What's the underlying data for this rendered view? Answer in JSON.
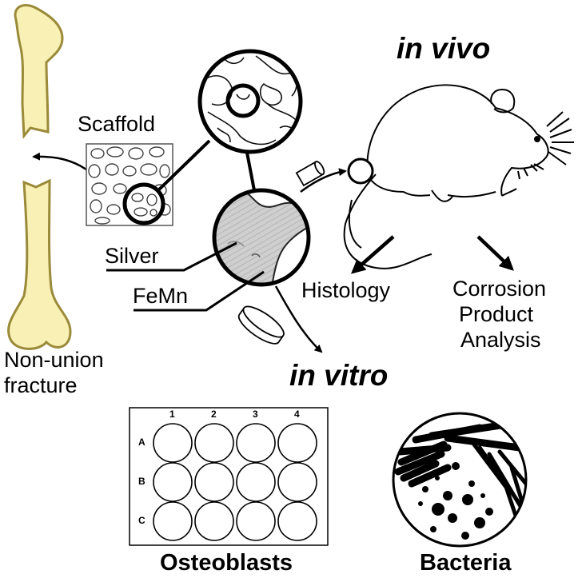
{
  "labels": {
    "in_vivo": "in vivo",
    "in_vitro": "in vitro",
    "scaffold": "Scaffold",
    "silver": "Silver",
    "femn": "FeMn",
    "histology": "Histology",
    "corrosion": [
      "Corrosion",
      "Product",
      "Analysis"
    ],
    "fracture": [
      "Non-union",
      "fracture"
    ],
    "osteoblasts": "Osteoblasts",
    "bacteria": "Bacteria"
  },
  "well_plate": {
    "columns": [
      "1",
      "2",
      "3",
      "4"
    ],
    "rows": [
      "A",
      "B",
      "C"
    ]
  },
  "colors": {
    "bone_fill": "#f8f0b4",
    "bone_stroke": "#9a8a3a",
    "line": "#000000",
    "sem_gray": "#c8c8c8"
  }
}
